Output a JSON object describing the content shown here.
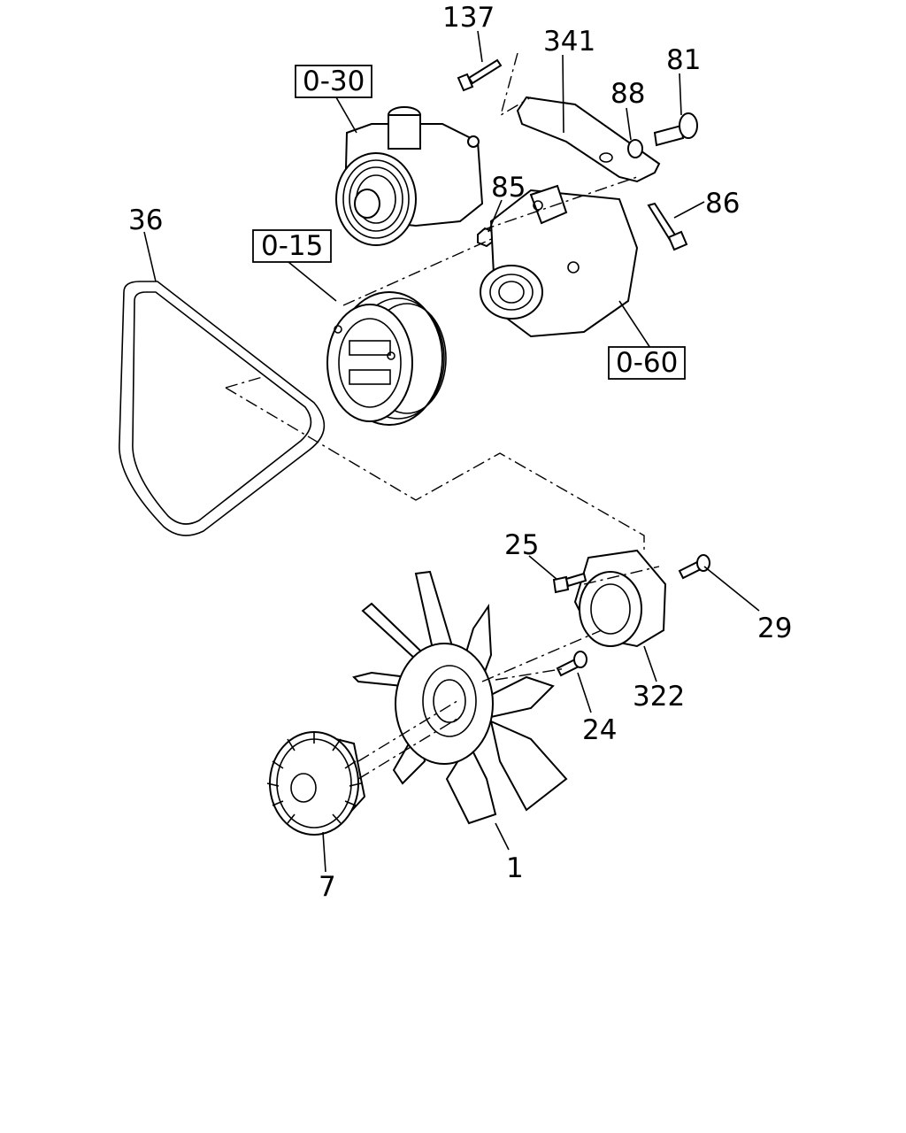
{
  "diagram": {
    "callouts": {
      "c137": "137",
      "c341": "341",
      "c81": "81",
      "c88": "88",
      "c85": "85",
      "c86": "86",
      "c36": "36",
      "c25": "25",
      "c29": "29",
      "c322": "322",
      "c24": "24",
      "c1": "1",
      "c7": "7"
    },
    "reference_boxes": {
      "ref_030": "0-30",
      "ref_015": "0-15",
      "ref_060": "0-60"
    }
  }
}
